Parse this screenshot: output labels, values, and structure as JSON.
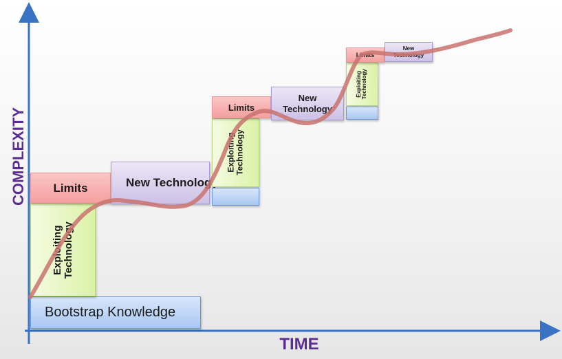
{
  "axes": {
    "y_label": "COMPLEXITY",
    "x_label": "TIME"
  },
  "stages": [
    {
      "exploiting": "Exploiting\nTechnology",
      "limits": "Limits",
      "new_technology": "New Technology"
    },
    {
      "exploiting": "Exploiting\nTechnology",
      "limits": "Limits",
      "new_technology": "New\nTechnology"
    },
    {
      "exploiting": "Exploiting\nTechnology",
      "limits": "Limits",
      "new_technology": "New\nTechnology"
    }
  ],
  "base": {
    "bootstrap": "Bootstrap Knowledge"
  },
  "colors": {
    "axis": "#3a73c4",
    "axis_label": "#5b2c91",
    "curve": "#c9736f",
    "limits": "#f4a5a5",
    "new_technology": "#d3c8ea",
    "exploiting": "#dcf2a8",
    "knowledge": "#aecbf2"
  }
}
